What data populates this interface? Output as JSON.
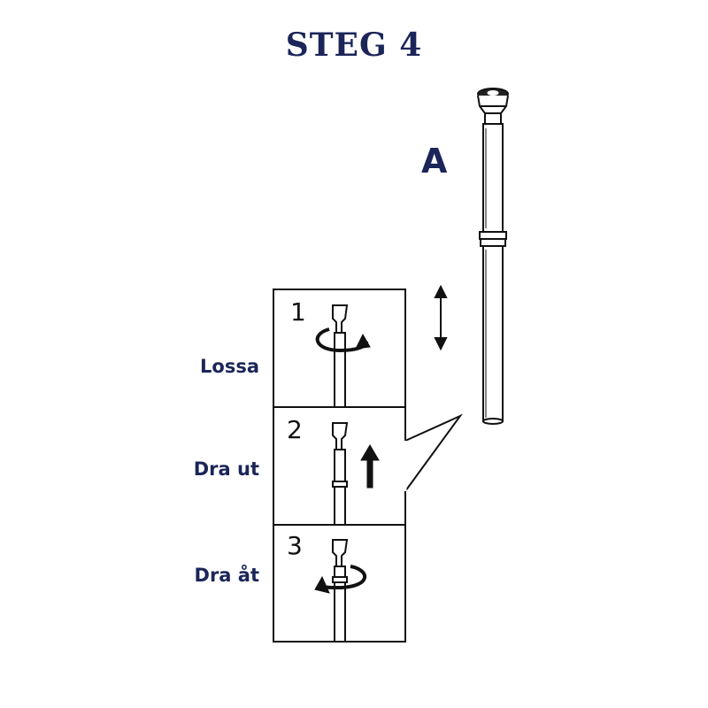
{
  "title": "STEG 4",
  "part_label": "A",
  "steps": [
    {
      "number": "1",
      "label": "Lossa"
    },
    {
      "number": "2",
      "label": "Dra ut"
    },
    {
      "number": "3",
      "label": "Dra åt"
    }
  ],
  "colors": {
    "text_navy": "#1b2559",
    "line": "#111111"
  }
}
